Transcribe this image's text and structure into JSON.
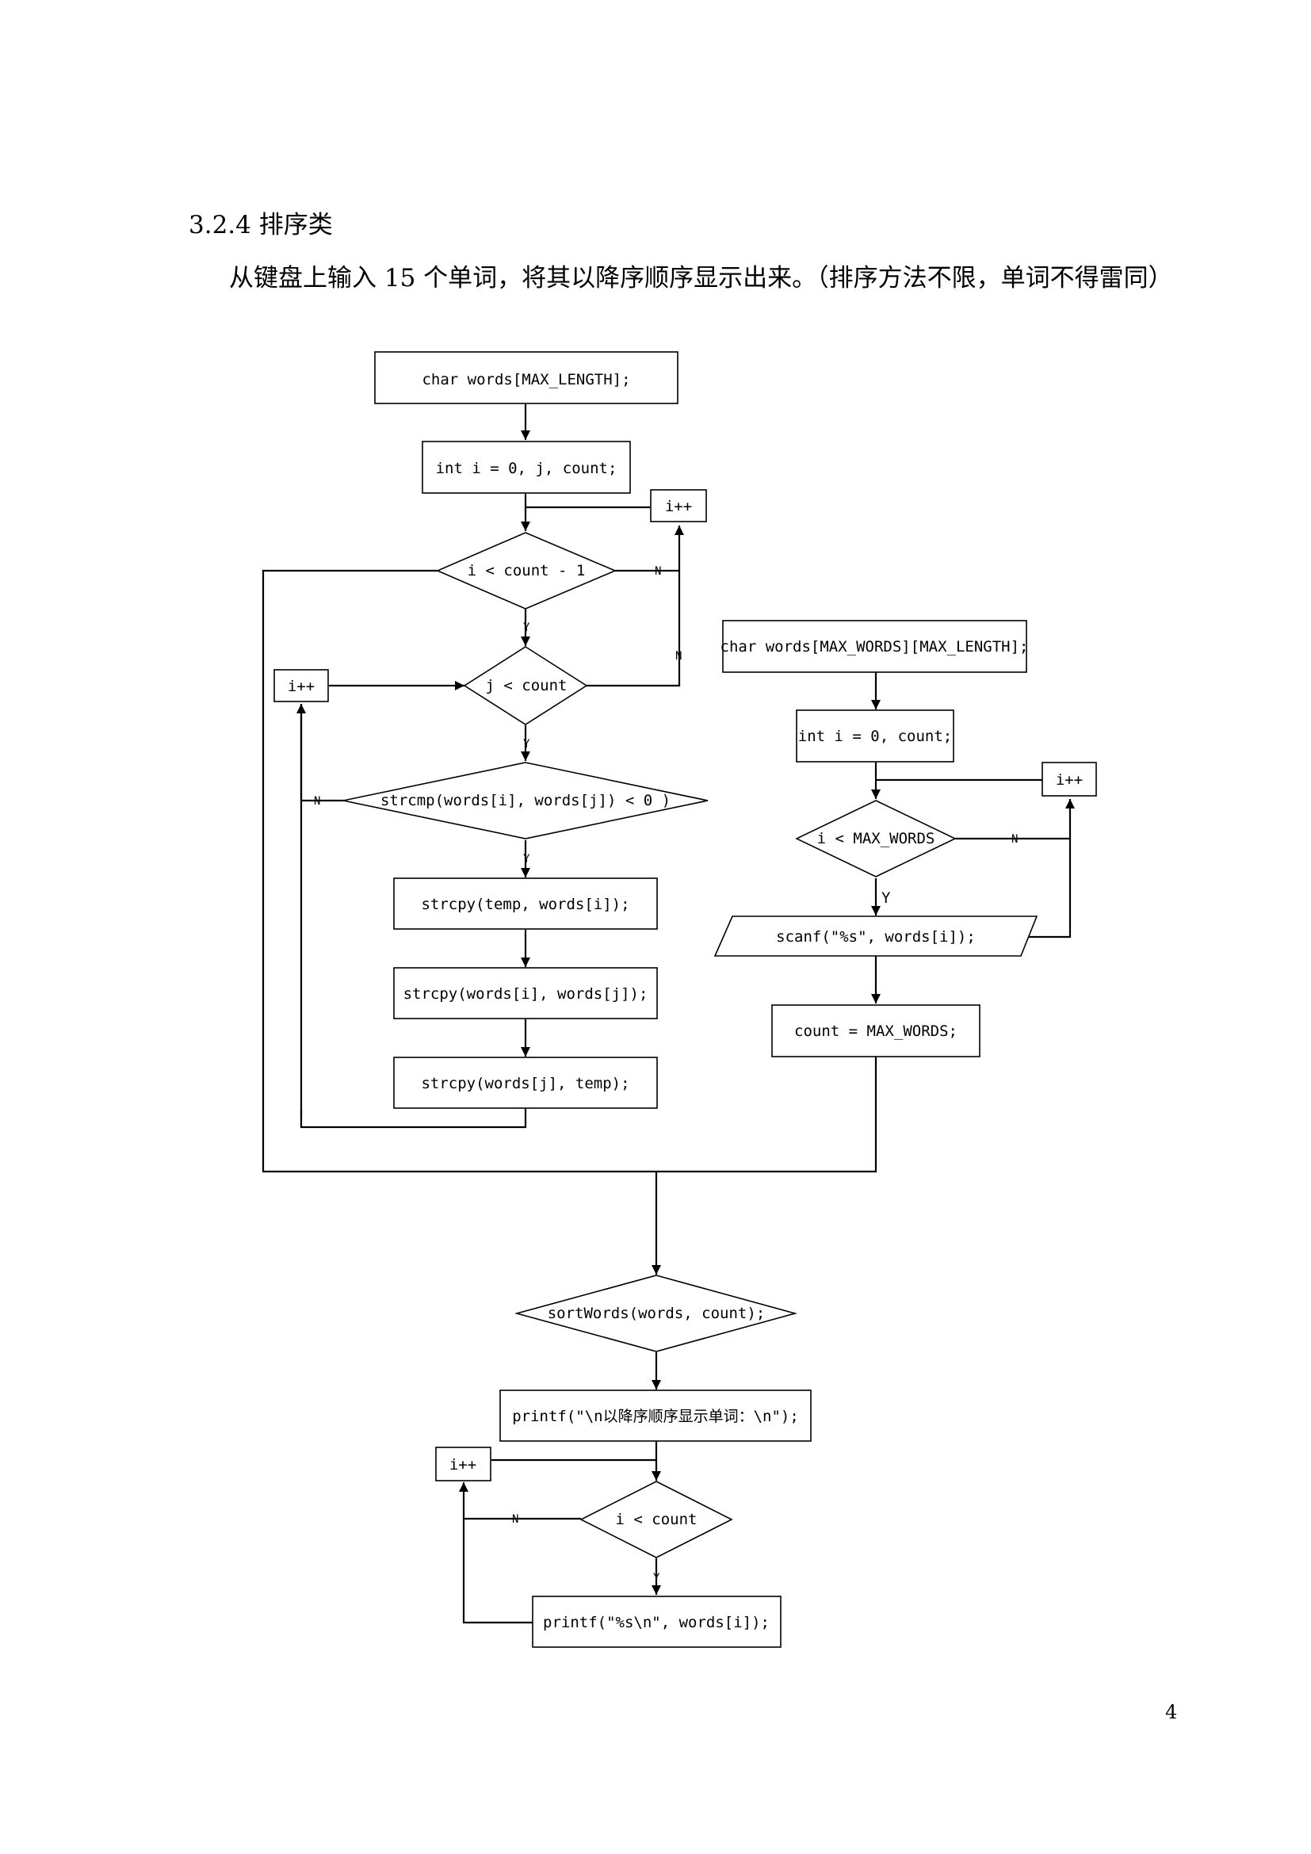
{
  "section": {
    "heading": "3.2.4 排序类",
    "paragraph": "从键盘上输入 15 个单词，将其以降序顺序显示出来。（排序方法不限，单词不得雷同）"
  },
  "flowchart": {
    "nodes": {
      "decl_words": "char words[MAX_LENGTH];",
      "decl_ijcount": "int i = 0, j, count;",
      "inc_outer": "i++",
      "cond_outer": "i < count - 1",
      "cond_inner": "j < count",
      "inc_inner": "i++",
      "cond_strcmp": "strcmp(words[i], words[j]) < 0 )",
      "copy1": "strcpy(temp, words[i]);",
      "copy2": "strcpy(words[i], words[j]);",
      "copy3": "strcpy(words[j], temp);",
      "decl_words2d": "char words[MAX_WORDS][MAX_LENGTH];",
      "decl_icount": "int i = 0, count;",
      "inc_read": "i++",
      "cond_read": "i < MAX_WORDS",
      "scanf": "scanf(\"%s\", words[i]);",
      "assign_count": "count = MAX_WORDS;",
      "call_sort": "sortWords(words, count);",
      "print_header": "printf(\"\\n以降序顺序显示单词：\\n\");",
      "inc_print": "i++",
      "cond_print": "i < count",
      "print_word": "printf(\"%s\\n\", words[i]);"
    },
    "branch_labels": {
      "yes": "Y",
      "no": "N"
    }
  },
  "page_number": "4"
}
